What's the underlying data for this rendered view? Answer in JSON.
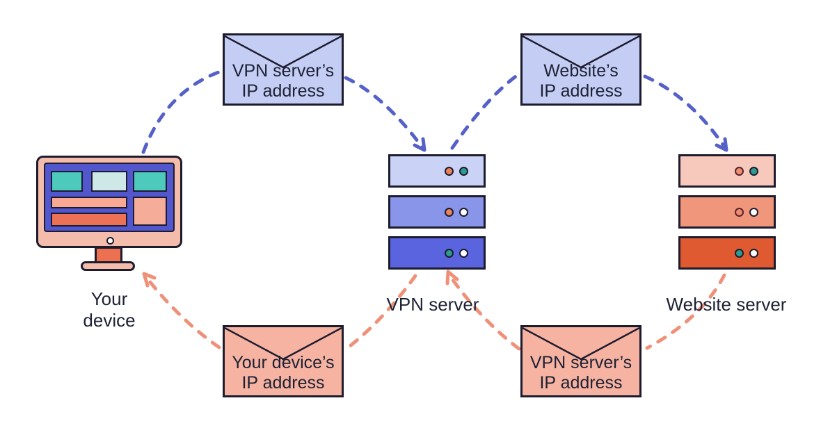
{
  "colors": {
    "outline": "#1d1b2e",
    "text": "#1d2134",
    "arrow_blue": "#5560c8",
    "arrow_salmon": "#ef9179",
    "envelope_blue": "#c4cdf4",
    "envelope_salmon": "#f6b3a1",
    "vpn_unit_fills": [
      "#cad3f5",
      "#8895e9",
      "#5a64de"
    ],
    "website_unit_fills": [
      "#f7c9bc",
      "#f0967b",
      "#e05a31"
    ],
    "monitor_frame": "#f4bcab",
    "monitor_screen": "#5257ce"
  },
  "envelopes": [
    {
      "id": "top-left",
      "line1": "VPN server’s",
      "line2": "IP address",
      "fill": "#c4cdf4"
    },
    {
      "id": "top-right",
      "line1": "Website’s",
      "line2": "IP address",
      "fill": "#c4cdf4"
    },
    {
      "id": "bottom-left",
      "line1": "Your device’s",
      "line2": "IP address",
      "fill": "#f6b3a1"
    },
    {
      "id": "bottom-right",
      "line1": "VPN server’s",
      "line2": "IP address",
      "fill": "#f6b3a1"
    }
  ],
  "nodes": {
    "device": {
      "line1": "Your",
      "line2": "device"
    },
    "vpn": {
      "label": "VPN server"
    },
    "website": {
      "label": "Website server"
    }
  },
  "servers": {
    "vpn_units": [
      {
        "leds": [
          "orange",
          "teal"
        ]
      },
      {
        "leds": [
          "orange",
          "white"
        ]
      },
      {
        "leds": [
          "teal",
          "white"
        ]
      }
    ],
    "website_units": [
      {
        "leds": [
          "salmon",
          "teal"
        ]
      },
      {
        "leds": [
          "salmon",
          "white"
        ]
      },
      {
        "leds": [
          "teal",
          "white"
        ]
      }
    ]
  },
  "routes": [
    {
      "from": "your-device",
      "to": "vpn-server",
      "via": "VPN server’s IP address",
      "color": "blue"
    },
    {
      "from": "vpn-server",
      "to": "website-server",
      "via": "Website’s IP address",
      "color": "blue"
    },
    {
      "from": "website-server",
      "to": "vpn-server",
      "via": "VPN server’s IP address",
      "color": "salmon"
    },
    {
      "from": "vpn-server",
      "to": "your-device",
      "via": "Your device’s IP address",
      "color": "salmon"
    }
  ]
}
